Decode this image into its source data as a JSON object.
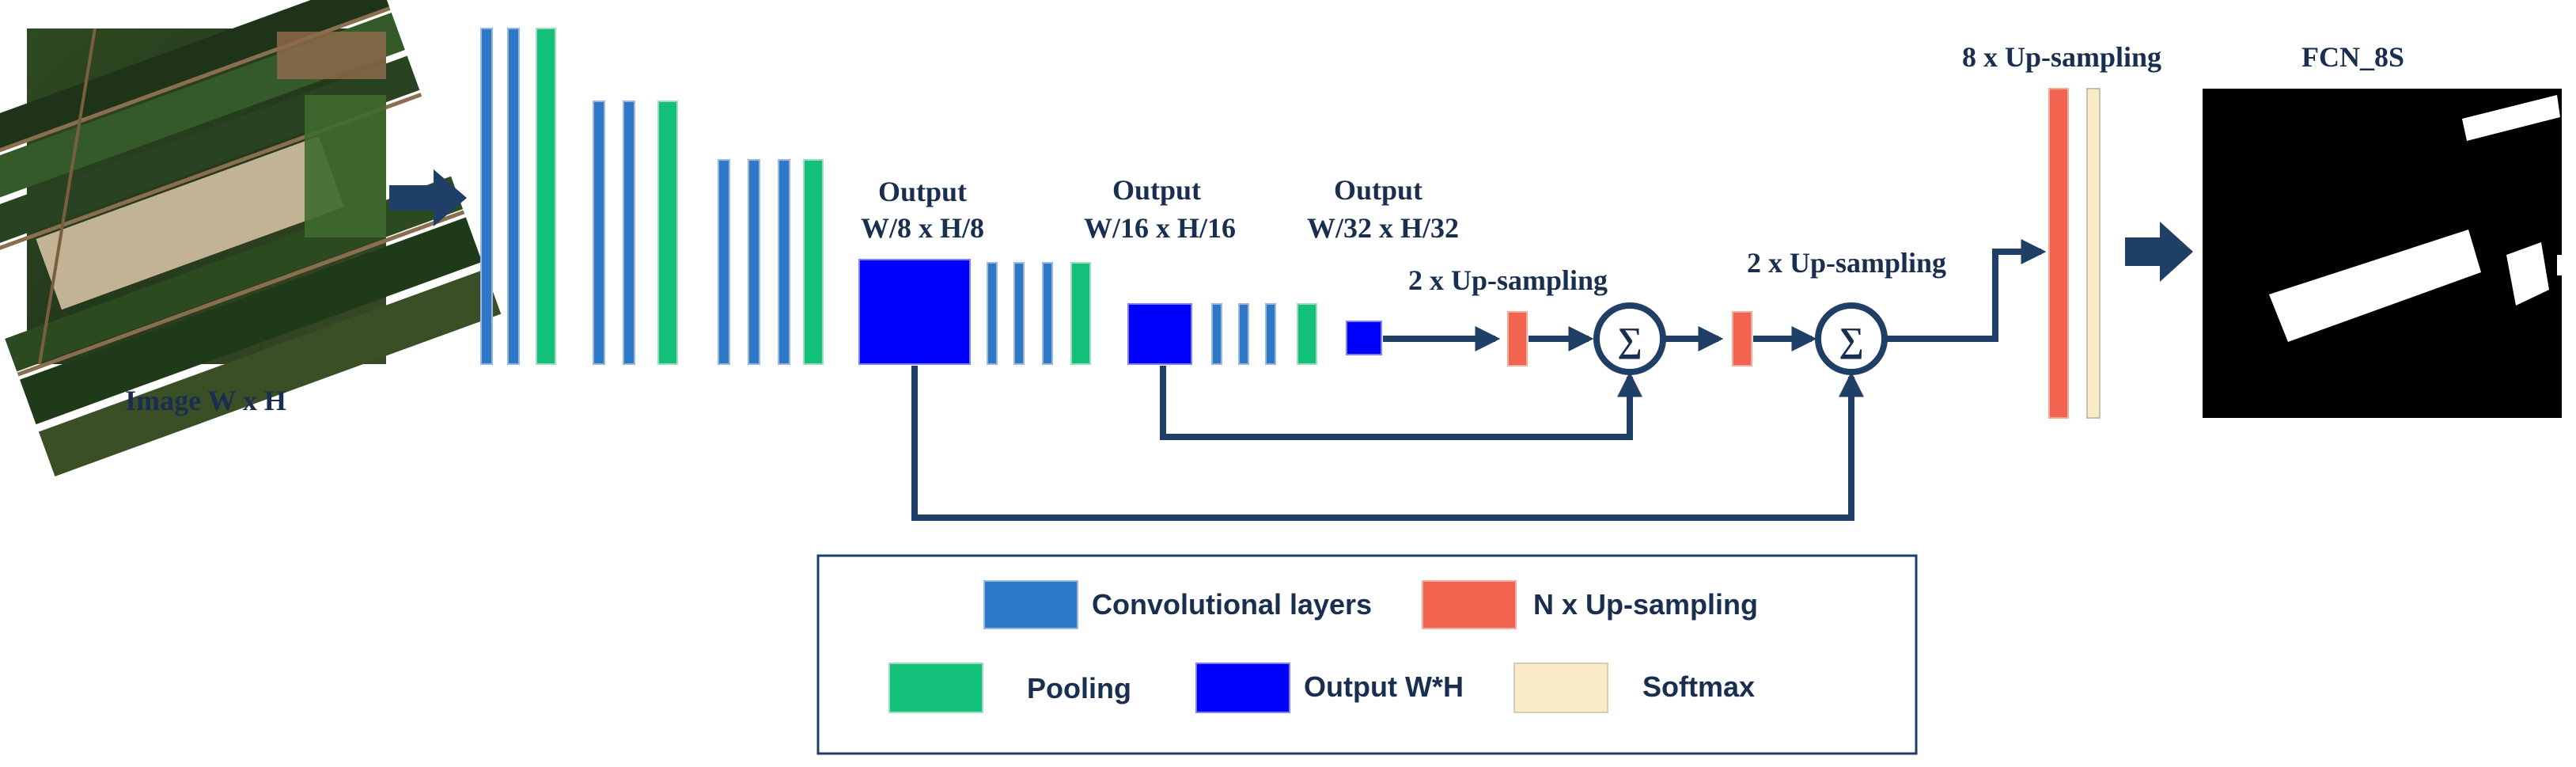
{
  "labels": {
    "input_caption": "Image W x H",
    "output8_line1": "Output",
    "output8_line2": "W/8 x H/8",
    "output16_line1": "Output",
    "output16_line2": "W/16 x H/16",
    "output32_line1": "Output",
    "output32_line2": "W/32 x H/32",
    "upsample_2x_first": "2 x Up-sampling",
    "upsample_2x_second": "2 x Up-sampling",
    "upsample_8x": "8 x Up-sampling",
    "result_title": "FCN_8S",
    "sum_symbol": "∑"
  },
  "legend": {
    "conv": "Convolutional layers",
    "upsampling": "N x Up-sampling",
    "pooling": "Pooling",
    "output": "Output W*H",
    "softmax": "Softmax"
  },
  "colors": {
    "conv": "#2e78c8",
    "pooling": "#12c07a",
    "output": "#0000ff",
    "upsampling": "#f26450",
    "softmax": "#faebc8",
    "arrow": "#1f3f66",
    "text": "#1a2f4f"
  }
}
